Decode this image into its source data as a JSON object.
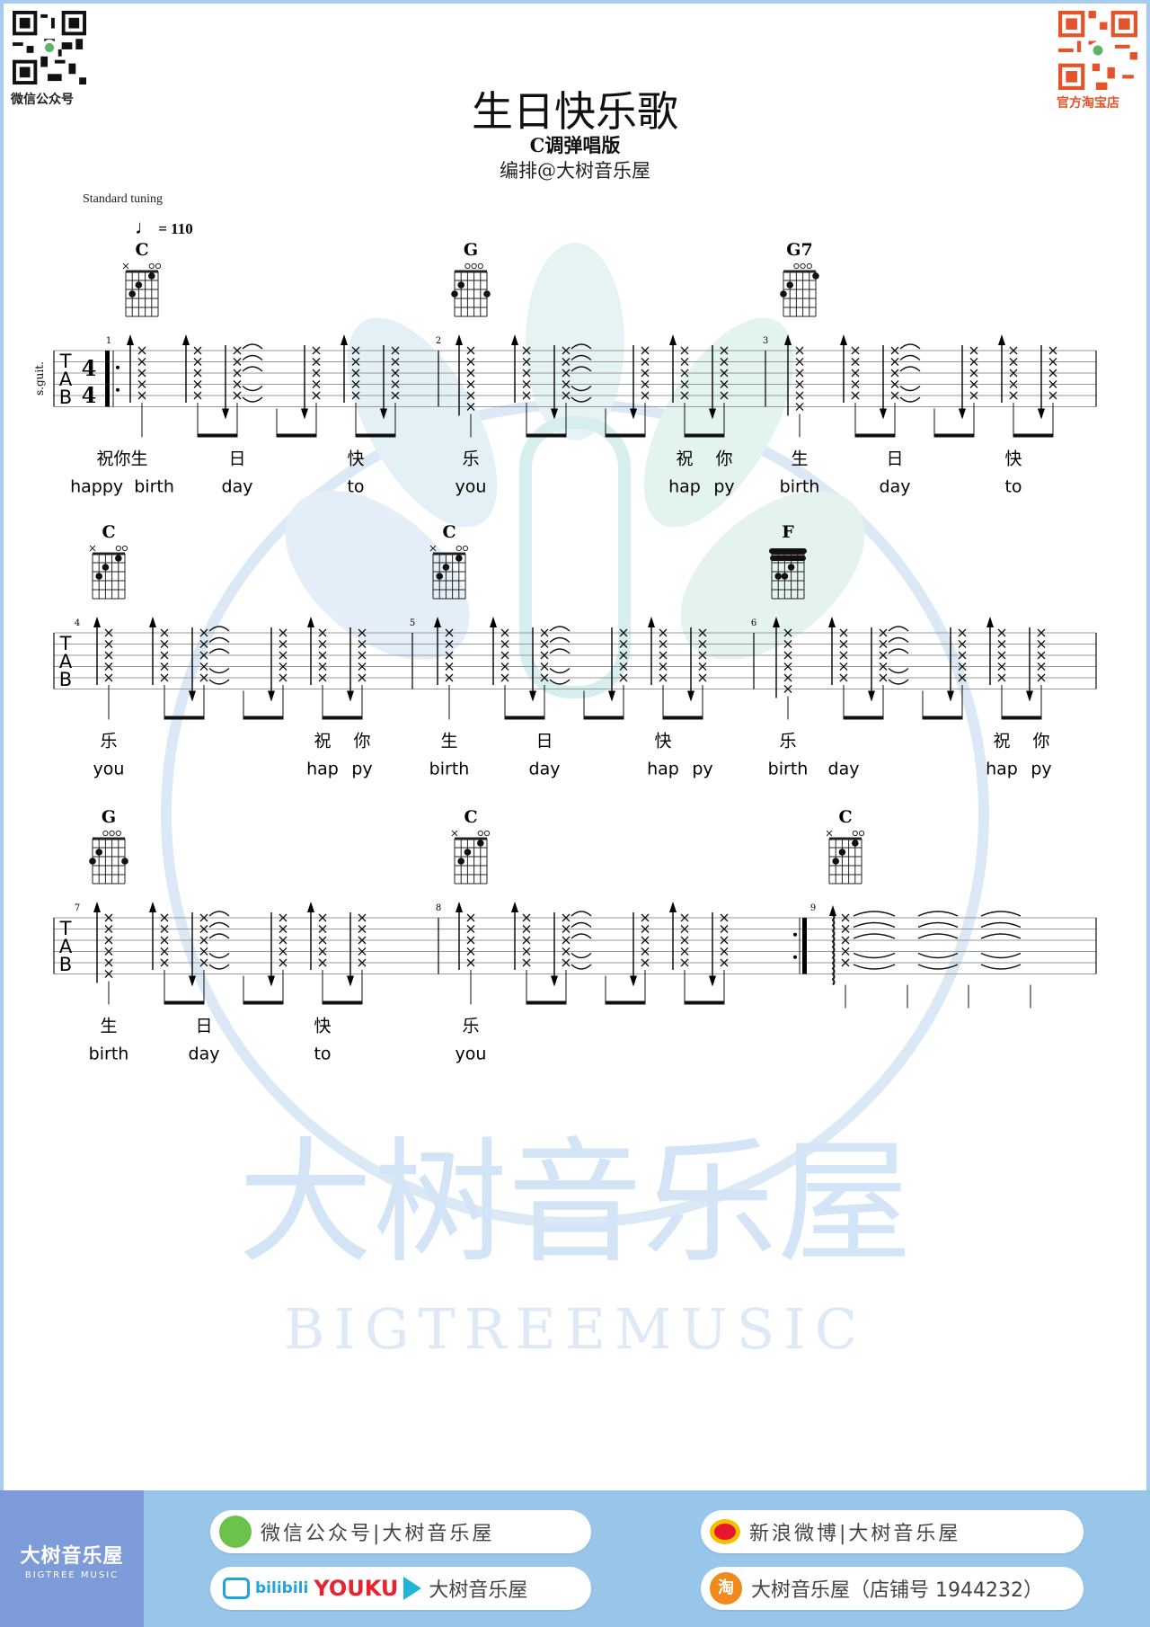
{
  "header": {
    "title": "生日快乐歌",
    "subtitle": "C调弹唱版",
    "arranger": "编排@大树音乐屋",
    "tuning": "Standard tuning",
    "tempo_symbol": "♩",
    "tempo": "= 110",
    "qr_left_label": "微信公众号",
    "qr_right_label": "官方淘宝店",
    "instrument_label": "s.guit.",
    "time_signature": {
      "top": "4",
      "bottom": "4"
    },
    "clef": [
      "T",
      "A",
      "B"
    ]
  },
  "watermark": {
    "text": "大树音乐屋",
    "sub": "BIGTREEMUSIC"
  },
  "colors": {
    "accent_blue": "#98c5ea",
    "brand_box": "#7d9ad9",
    "taobao_red": "#e4532a",
    "watermark": "#a9cdee"
  },
  "chords": {
    "C": {
      "name": "C",
      "markers": [
        "x",
        "",
        "",
        "",
        "o",
        "o"
      ],
      "dots": [
        [
          5,
          3
        ],
        [
          4,
          2
        ],
        [
          2,
          1
        ]
      ],
      "barre": false
    },
    "G": {
      "name": "G",
      "markers": [
        "",
        "",
        "o",
        "o",
        "o",
        ""
      ],
      "dots": [
        [
          6,
          3
        ],
        [
          5,
          2
        ],
        [
          1,
          3
        ]
      ],
      "barre": false
    },
    "G7": {
      "name": "G7",
      "markers": [
        "",
        "",
        "o",
        "o",
        "o",
        ""
      ],
      "dots": [
        [
          6,
          3
        ],
        [
          5,
          2
        ],
        [
          1,
          1
        ]
      ],
      "barre": false
    },
    "F": {
      "name": "F",
      "markers": [
        "",
        "",
        "",
        "",
        "",
        ""
      ],
      "dots": [
        [
          5,
          3
        ],
        [
          4,
          3
        ],
        [
          3,
          2
        ]
      ],
      "barre": true
    }
  },
  "strum_pattern": [
    {
      "dir": "up",
      "note": true,
      "dur": "quarter"
    },
    {
      "dir": "up",
      "note": true,
      "dur": "eighth"
    },
    {
      "dir": "down",
      "note": true,
      "dur": "eighth",
      "tie": true
    },
    {
      "dir": null,
      "note": false,
      "dur": "eighth"
    },
    {
      "dir": "down",
      "note": true,
      "dur": "eighth"
    },
    {
      "dir": "up",
      "note": true,
      "dur": "eighth"
    },
    {
      "dir": "down",
      "note": true,
      "dur": "eighth"
    }
  ],
  "measures": [
    {
      "number": "1",
      "chord": "C",
      "first_strings": 5,
      "lyrics": [
        {
          "slot": 0,
          "cn": "祝你生",
          "en": "happy  birth"
        },
        {
          "slot": 2,
          "cn": "日",
          "en": "day"
        },
        {
          "slot": 5,
          "cn": "快",
          "en": "to"
        }
      ]
    },
    {
      "number": "2",
      "chord": "G",
      "first_strings": 6,
      "lyrics": [
        {
          "slot": 0,
          "cn": "乐",
          "en": "you"
        },
        {
          "slot": 5,
          "cn": "祝",
          "en": "hap"
        },
        {
          "slot": 6,
          "cn": "你",
          "en": "py"
        }
      ]
    },
    {
      "number": "3",
      "chord": "G7",
      "first_strings": 6,
      "lyrics": [
        {
          "slot": 0,
          "cn": "生",
          "en": "birth"
        },
        {
          "slot": 2,
          "cn": "日",
          "en": "day"
        },
        {
          "slot": 5,
          "cn": "快",
          "en": "to"
        }
      ]
    },
    {
      "number": "4",
      "chord": "C",
      "first_strings": 5,
      "lyrics": [
        {
          "slot": 0,
          "cn": "乐",
          "en": "you"
        },
        {
          "slot": 5,
          "cn": "祝",
          "en": "hap"
        },
        {
          "slot": 6,
          "cn": "你",
          "en": "py"
        }
      ]
    },
    {
      "number": "5",
      "chord": "C",
      "first_strings": 5,
      "lyrics": [
        {
          "slot": 0,
          "cn": "生",
          "en": "birth"
        },
        {
          "slot": 2,
          "cn": "日",
          "en": "day"
        },
        {
          "slot": 5,
          "cn": "快",
          "en": "hap"
        },
        {
          "slot": 6,
          "cn": "",
          "en": "py"
        }
      ]
    },
    {
      "number": "6",
      "chord": "F",
      "first_strings": 6,
      "lyrics": [
        {
          "slot": 0,
          "cn": "乐",
          "en": "birth"
        },
        {
          "slot": 1,
          "cn": "",
          "en": "day"
        },
        {
          "slot": 5,
          "cn": "祝",
          "en": "hap"
        },
        {
          "slot": 6,
          "cn": "你",
          "en": "py"
        }
      ]
    },
    {
      "number": "7",
      "chord": "G",
      "first_strings": 6,
      "lyrics": [
        {
          "slot": 0,
          "cn": "生",
          "en": "birth"
        },
        {
          "slot": 2,
          "cn": "日",
          "en": "day"
        },
        {
          "slot": 5,
          "cn": "快",
          "en": "to"
        }
      ]
    },
    {
      "number": "8",
      "chord": "C",
      "first_strings": 5,
      "lyrics": [
        {
          "slot": 0,
          "cn": "乐",
          "en": "you"
        }
      ]
    },
    {
      "number": "9",
      "chord": "C",
      "first_strings": 5,
      "final": true,
      "lyrics": []
    }
  ],
  "footer": {
    "brand": "大树音乐屋",
    "brand_sub": "BIGTREE MUSIC",
    "wechat": "微信公众号|大树音乐屋",
    "weibo": "新浪微博|大树音乐屋",
    "bilibili": "bilibili",
    "youku": "YOUKU",
    "video_name": "大树音乐屋",
    "taobao_icon": "淘",
    "taobao": "大树音乐屋（店铺号 1944232）"
  }
}
